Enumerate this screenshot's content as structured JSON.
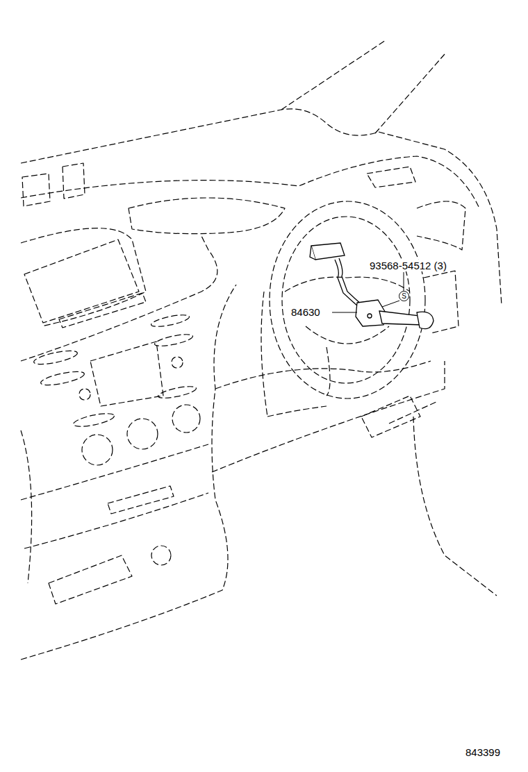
{
  "diagram": {
    "nodes": [
      {
        "text": [
          "S"
        ]
      }
    ],
    "labels": [
      "93568-54512 (3)",
      "84630",
      "843399"
    ]
  }
}
